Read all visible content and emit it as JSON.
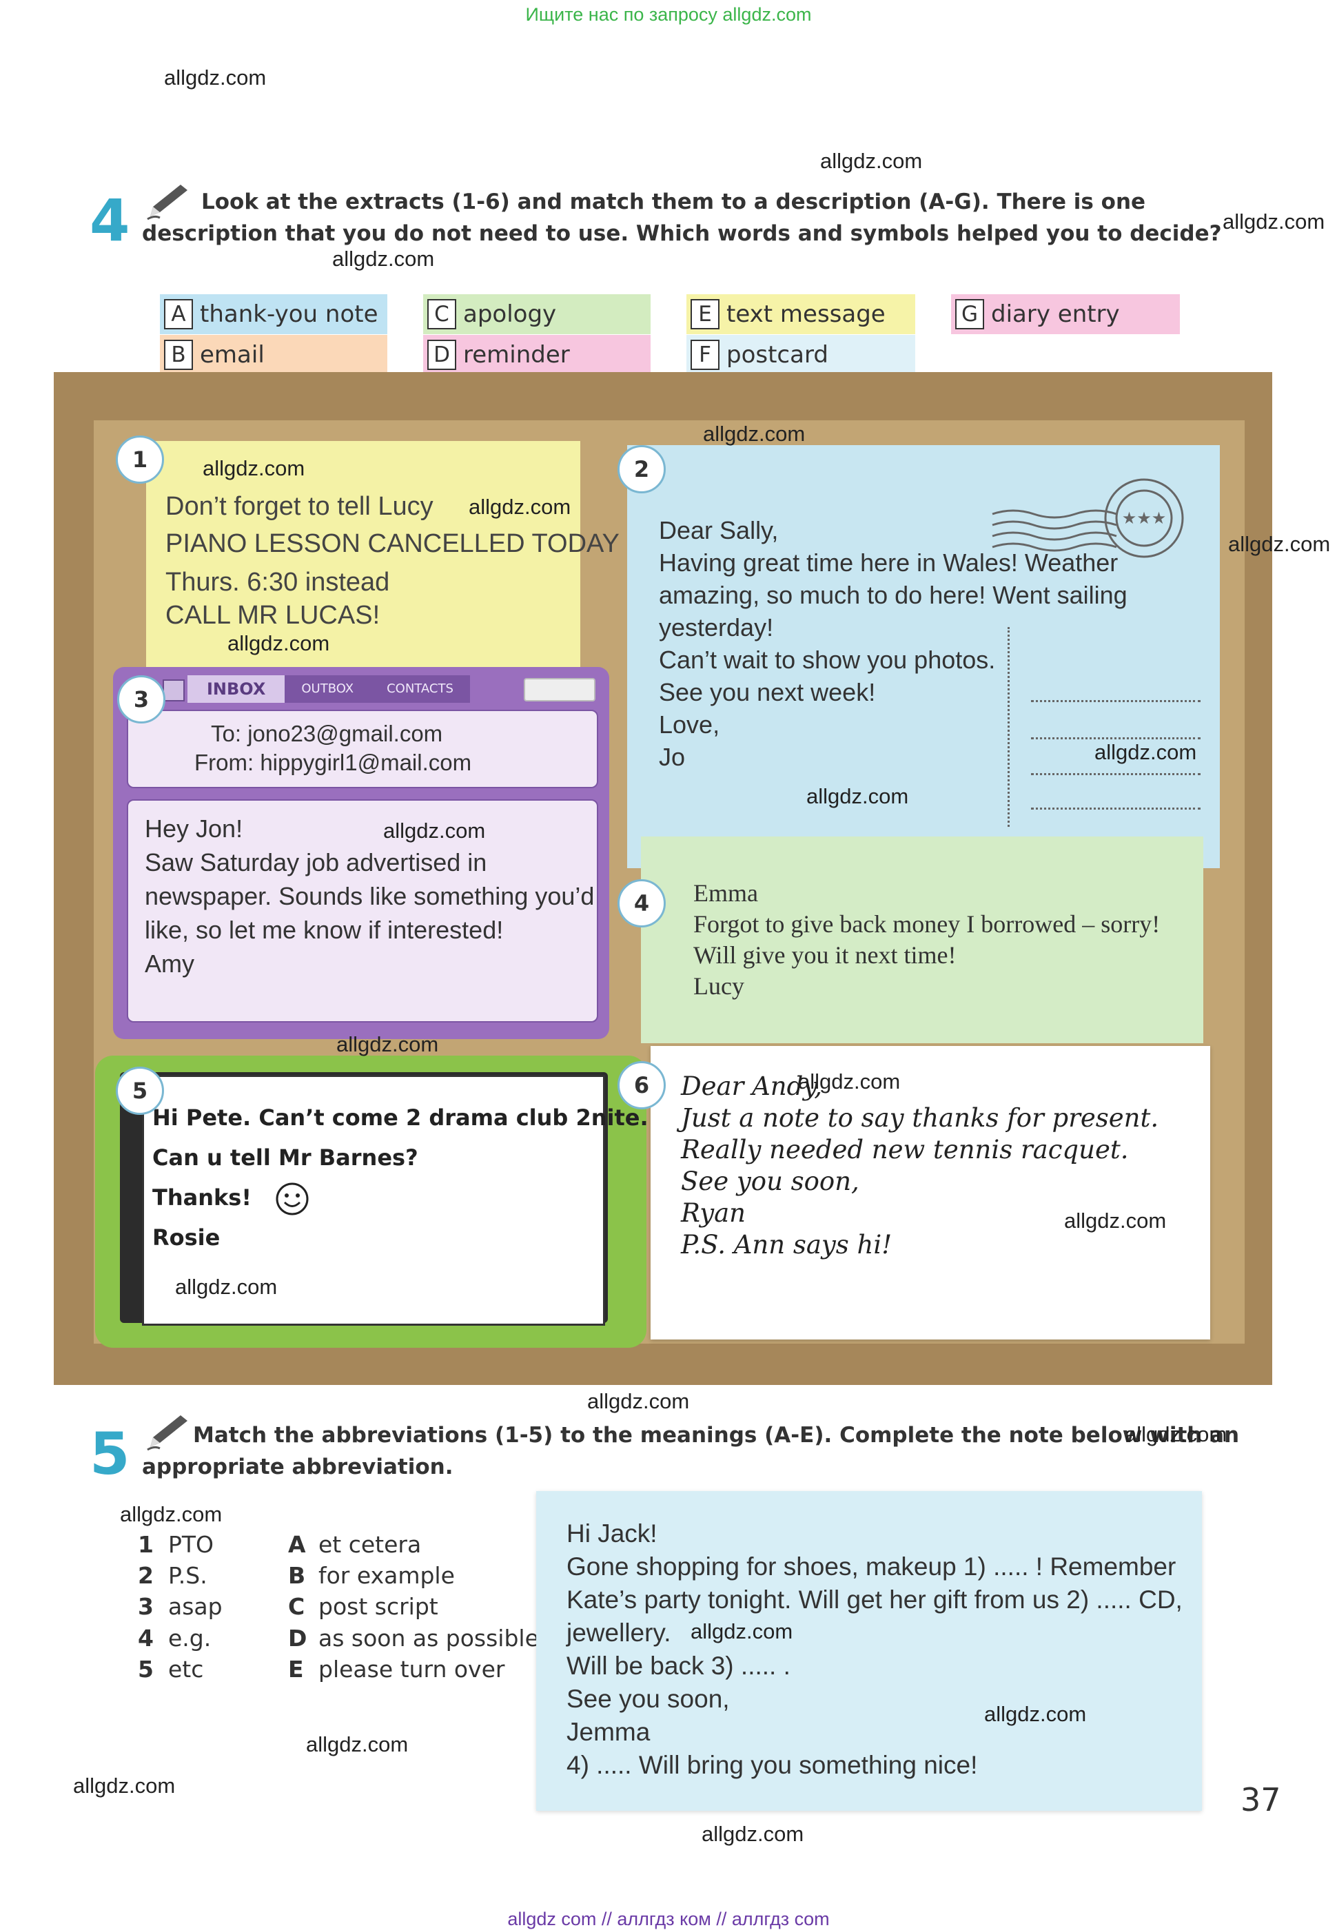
{
  "banner_top": "Ищите нас по запросу allgdz.com",
  "banner_bottom": "allgdz com  //  аллгдз ком  //  аллгдз com",
  "watermark": "allgdz.com",
  "ex4": {
    "number": "4",
    "instruction_line1": "Look at the extracts (1-6) and match them to a description (A-G). There is one",
    "instruction_line2": "description that you do not need to use. Which words and symbols helped you to decide?",
    "options": [
      {
        "letter": "A",
        "label": "thank-you note",
        "color": "#bfe3f3"
      },
      {
        "letter": "B",
        "label": "email",
        "color": "#fbd8b8"
      },
      {
        "letter": "C",
        "label": "apology",
        "color": "#d3ecc0"
      },
      {
        "letter": "D",
        "label": "reminder",
        "color": "#f7c6df"
      },
      {
        "letter": "E",
        "label": "text message",
        "color": "#f6f3a8"
      },
      {
        "letter": "F",
        "label": "postcard",
        "color": "#dff1f8"
      },
      {
        "letter": "G",
        "label": "diary entry",
        "color": "#f7c6df"
      }
    ]
  },
  "extracts": {
    "e1": {
      "num": "1",
      "lines": [
        "Don’t forget to tell Lucy",
        "PIANO LESSON CANCELLED TODAY",
        "Thurs. 6:30 instead",
        "CALL MR LUCAS!"
      ]
    },
    "e2": {
      "num": "2",
      "lines": [
        "Dear Sally,",
        "Having great time here in Wales! Weather",
        "amazing, so much to do here! Went sailing",
        "yesterday!",
        "Can’t wait to show you photos.",
        "See you next week!",
        "Love,",
        "Jo"
      ]
    },
    "e3": {
      "num": "3",
      "tabs": [
        "INBOX",
        "OUTBOX",
        "CONTACTS"
      ],
      "to": "To: jono23@gmail.com",
      "from": "From: hippygirl1@mail.com",
      "lines": [
        "Hey Jon!",
        "Saw Saturday job advertised in",
        "newspaper. Sounds like something you’d",
        "like, so let me know if interested!",
        "Amy"
      ]
    },
    "e4": {
      "num": "4",
      "lines": [
        "Emma",
        "Forgot to give back money I borrowed – sorry!",
        "Will give you it next time!",
        "Lucy"
      ]
    },
    "e5": {
      "num": "5",
      "lines": [
        "Hi Pete. Can’t come 2 drama club 2nite.",
        "Can u tell Mr Barnes?",
        "Thanks!",
        "Rosie"
      ]
    },
    "e6": {
      "num": "6",
      "lines": [
        "Dear Andy,",
        "Just a note to say thanks for present.",
        "Really needed new tennis racquet.",
        "See you soon,",
        "Ryan",
        "P.S. Ann says hi!"
      ]
    }
  },
  "ex5": {
    "number": "5",
    "instruction_line1": "Match the abbreviations (1-5) to the meanings (A-E). Complete the note below with an",
    "instruction_line2": "appropriate abbreviation.",
    "abbreviations": [
      {
        "n": "1",
        "t": "PTO"
      },
      {
        "n": "2",
        "t": "P.S."
      },
      {
        "n": "3",
        "t": "asap"
      },
      {
        "n": "4",
        "t": "e.g."
      },
      {
        "n": "5",
        "t": "etc"
      }
    ],
    "meanings": [
      {
        "l": "A",
        "t": "et cetera"
      },
      {
        "l": "B",
        "t": "for example"
      },
      {
        "l": "C",
        "t": "post script"
      },
      {
        "l": "D",
        "t": "as soon as possible"
      },
      {
        "l": "E",
        "t": "please turn over"
      }
    ],
    "note_lines": [
      "Hi Jack!",
      "Gone shopping for shoes, makeup 1) ..... ! Remember",
      "Kate’s party tonight. Will get her gift from us 2) ..... CD,",
      "jewellery.",
      "Will be back 3) ..... .",
      "See you soon,",
      "Jemma",
      "4) ..... Will bring you something nice!"
    ]
  },
  "page_number": "37"
}
